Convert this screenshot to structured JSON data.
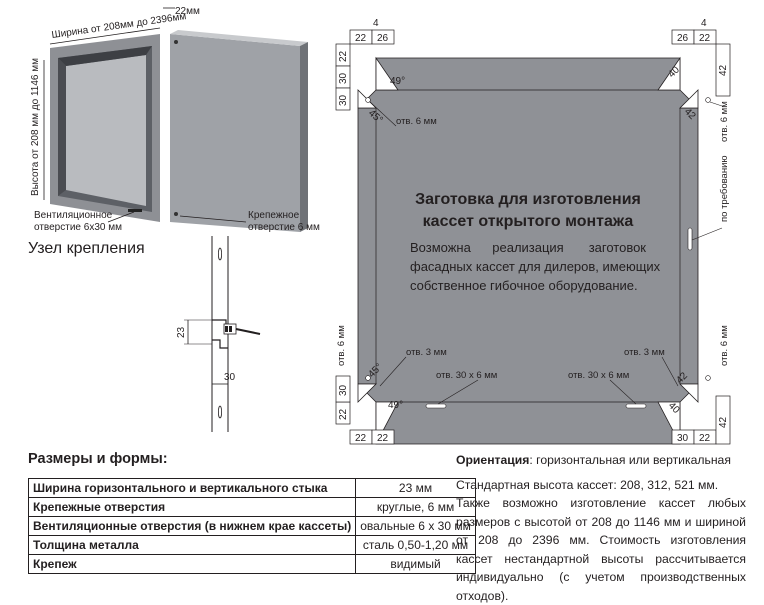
{
  "cassette_photo": {
    "width_label": "Ширина от 208мм до 2396мм",
    "depth_label": "22мм",
    "height_label": "Высота от 208 мм до 1146 мм",
    "vent_label_line1": "Вентиляционное",
    "vent_label_line2": "отверстие 6х30 мм",
    "mount_label_line1": "Крепежное",
    "mount_label_line2": "отверстие 6 мм"
  },
  "detail": {
    "title": "Узел крепления",
    "dim_23": "23",
    "dim_30": "30"
  },
  "blank": {
    "title_line1": "Заготовка для изготовления",
    "title_line2": "кассет открытого монтажа",
    "body_line1a": "Возможна",
    "body_line1b": "реализация",
    "body_line1c": "заготовок",
    "body_line2": "фасадных кассет для дилеров, имеющих",
    "body_line3": "собственное гибочное оборудование.",
    "dims": {
      "d4": "4",
      "d22": "22",
      "d26": "26",
      "d30": "30",
      "d42": "42",
      "d40": "40",
      "angle49": "49°",
      "angle45": "45°",
      "hole6": "отв. 6 мм",
      "hole3": "отв. 3 мм",
      "slot": "отв. 30 х 6 мм",
      "as_needed": "по требованию",
      "hole6_vert": "отв. 6 мм"
    }
  },
  "specs": {
    "heading": "Размеры и формы:",
    "rows": [
      {
        "key": "Ширина горизонтального и вертикального стыка",
        "value": "23 мм"
      },
      {
        "key": "Крепежные отверстия",
        "value": "круглые, 6 мм"
      },
      {
        "key": "Вентиляционные отверстия (в нижнем крае кассеты)",
        "value": "овальные 6 х 30 мм"
      },
      {
        "key": "Толщина металла",
        "value": "сталь 0,50-1,20 мм"
      },
      {
        "key": "Крепеж",
        "value": "видимый"
      }
    ]
  },
  "notes": {
    "orientation_label": "Ориентация",
    "orientation_value": ": горизонтальная или вертикальная",
    "standard_height": "Стандартная высота кассет: 208, 312, 521 мм.",
    "paragraph": "Также возможно изготовление кассет любых размеров с высотой от 208 до 1146 мм и шириной от 208 до 2396 мм. Стоимость изготовления кассет нестандартной высоты рассчитывается индивидуально (с учетом производственных отходов)."
  }
}
